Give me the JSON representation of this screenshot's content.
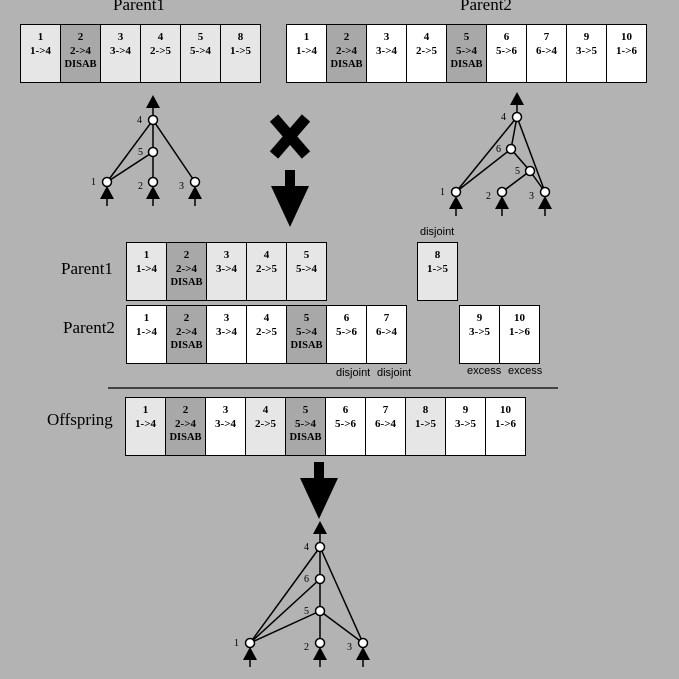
{
  "parent1_title": "Parent1",
  "parent2_title": "Parent2",
  "top_parent1": [
    {
      "innov": "1",
      "conn": "1->4",
      "disabled": false,
      "shade": "light"
    },
    {
      "innov": "2",
      "conn": "2->4",
      "disabled": true,
      "shade": "dark"
    },
    {
      "innov": "3",
      "conn": "3->4",
      "disabled": false,
      "shade": "light"
    },
    {
      "innov": "4",
      "conn": "2->5",
      "disabled": false,
      "shade": "light"
    },
    {
      "innov": "5",
      "conn": "5->4",
      "disabled": false,
      "shade": "light"
    },
    {
      "innov": "8",
      "conn": "1->5",
      "disabled": false,
      "shade": "light"
    }
  ],
  "top_parent2": [
    {
      "innov": "1",
      "conn": "1->4",
      "disabled": false,
      "shade": "white"
    },
    {
      "innov": "2",
      "conn": "2->4",
      "disabled": true,
      "shade": "dark"
    },
    {
      "innov": "3",
      "conn": "3->4",
      "disabled": false,
      "shade": "white"
    },
    {
      "innov": "4",
      "conn": "2->5",
      "disabled": false,
      "shade": "white"
    },
    {
      "innov": "5",
      "conn": "5->4",
      "disabled": true,
      "shade": "dark"
    },
    {
      "innov": "6",
      "conn": "5->6",
      "disabled": false,
      "shade": "white"
    },
    {
      "innov": "7",
      "conn": "6->4",
      "disabled": false,
      "shade": "white"
    },
    {
      "innov": "9",
      "conn": "3->5",
      "disabled": false,
      "shade": "white"
    },
    {
      "innov": "10",
      "conn": "1->6",
      "disabled": false,
      "shade": "white"
    }
  ],
  "disabled_text": "DISAB",
  "aligned_parent1_label": "Parent1",
  "aligned_parent2_label": "Parent2",
  "offspring_label": "Offspring",
  "aligned_parent1_matching": [
    {
      "innov": "1",
      "conn": "1->4",
      "disabled": false,
      "shade": "light"
    },
    {
      "innov": "2",
      "conn": "2->4",
      "disabled": true,
      "shade": "dark"
    },
    {
      "innov": "3",
      "conn": "3->4",
      "disabled": false,
      "shade": "light"
    },
    {
      "innov": "4",
      "conn": "2->5",
      "disabled": false,
      "shade": "light"
    },
    {
      "innov": "5",
      "conn": "5->4",
      "disabled": false,
      "shade": "light"
    }
  ],
  "aligned_parent1_disjoint": [
    {
      "innov": "8",
      "conn": "1->5",
      "disabled": false,
      "shade": "light"
    }
  ],
  "aligned_parent2_main": [
    {
      "innov": "1",
      "conn": "1->4",
      "disabled": false,
      "shade": "white"
    },
    {
      "innov": "2",
      "conn": "2->4",
      "disabled": true,
      "shade": "dark"
    },
    {
      "innov": "3",
      "conn": "3->4",
      "disabled": false,
      "shade": "white"
    },
    {
      "innov": "4",
      "conn": "2->5",
      "disabled": false,
      "shade": "white"
    },
    {
      "innov": "5",
      "conn": "5->4",
      "disabled": true,
      "shade": "dark"
    },
    {
      "innov": "6",
      "conn": "5->6",
      "disabled": false,
      "shade": "white"
    },
    {
      "innov": "7",
      "conn": "6->4",
      "disabled": false,
      "shade": "white"
    }
  ],
  "aligned_parent2_excess": [
    {
      "innov": "9",
      "conn": "3->5",
      "disabled": false,
      "shade": "white"
    },
    {
      "innov": "10",
      "conn": "1->6",
      "disabled": false,
      "shade": "white"
    }
  ],
  "offspring_genes": [
    {
      "innov": "1",
      "conn": "1->4",
      "disabled": false,
      "shade": "light"
    },
    {
      "innov": "2",
      "conn": "2->4",
      "disabled": true,
      "shade": "dark"
    },
    {
      "innov": "3",
      "conn": "3->4",
      "disabled": false,
      "shade": "white"
    },
    {
      "innov": "4",
      "conn": "2->5",
      "disabled": false,
      "shade": "light"
    },
    {
      "innov": "5",
      "conn": "5->4",
      "disabled": true,
      "shade": "dark"
    },
    {
      "innov": "6",
      "conn": "5->6",
      "disabled": false,
      "shade": "white"
    },
    {
      "innov": "7",
      "conn": "6->4",
      "disabled": false,
      "shade": "white"
    },
    {
      "innov": "8",
      "conn": "1->5",
      "disabled": false,
      "shade": "light"
    },
    {
      "innov": "9",
      "conn": "3->5",
      "disabled": false,
      "shade": "white"
    },
    {
      "innov": "10",
      "conn": "1->6",
      "disabled": false,
      "shade": "white"
    }
  ],
  "labels": {
    "disjoint_top": "disjoint",
    "disjoint_a": "disjoint",
    "disjoint_b": "disjoint",
    "excess_a": "excess",
    "excess_b": "excess"
  },
  "networks": {
    "parent1": {
      "nodes": [
        "1",
        "2",
        "3",
        "4",
        "5"
      ]
    },
    "parent2": {
      "nodes": [
        "1",
        "2",
        "3",
        "4",
        "5",
        "6"
      ]
    },
    "offspring": {
      "nodes": [
        "1",
        "2",
        "3",
        "4",
        "5",
        "6"
      ]
    }
  },
  "colors": {
    "background": "#b3b3b3",
    "light_gene": "#e6e6e6",
    "dark_gene": "#a8a8a8",
    "white_gene": "#ffffff"
  }
}
